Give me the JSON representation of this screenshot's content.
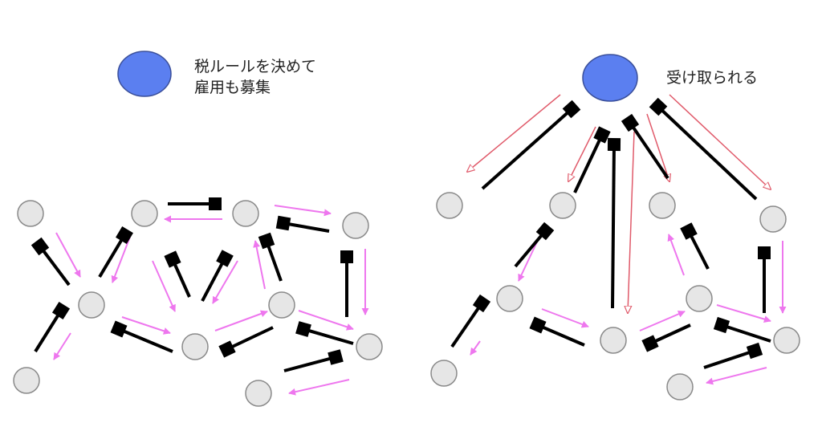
{
  "left_panel": {
    "label_lines": [
      "税ルールを決めて",
      "雇用も募集"
    ]
  },
  "right_panel": {
    "label_lines": [
      "受け取られる"
    ]
  },
  "colors": {
    "authority_fill": "#5b7ff0",
    "authority_stroke": "#3a4f9a",
    "node_fill": "#e6e6e6",
    "node_stroke": "#8a8a8a",
    "pink_arrow": "#ee77ee",
    "red_arrow": "#e05a6a",
    "token": "#000000"
  }
}
